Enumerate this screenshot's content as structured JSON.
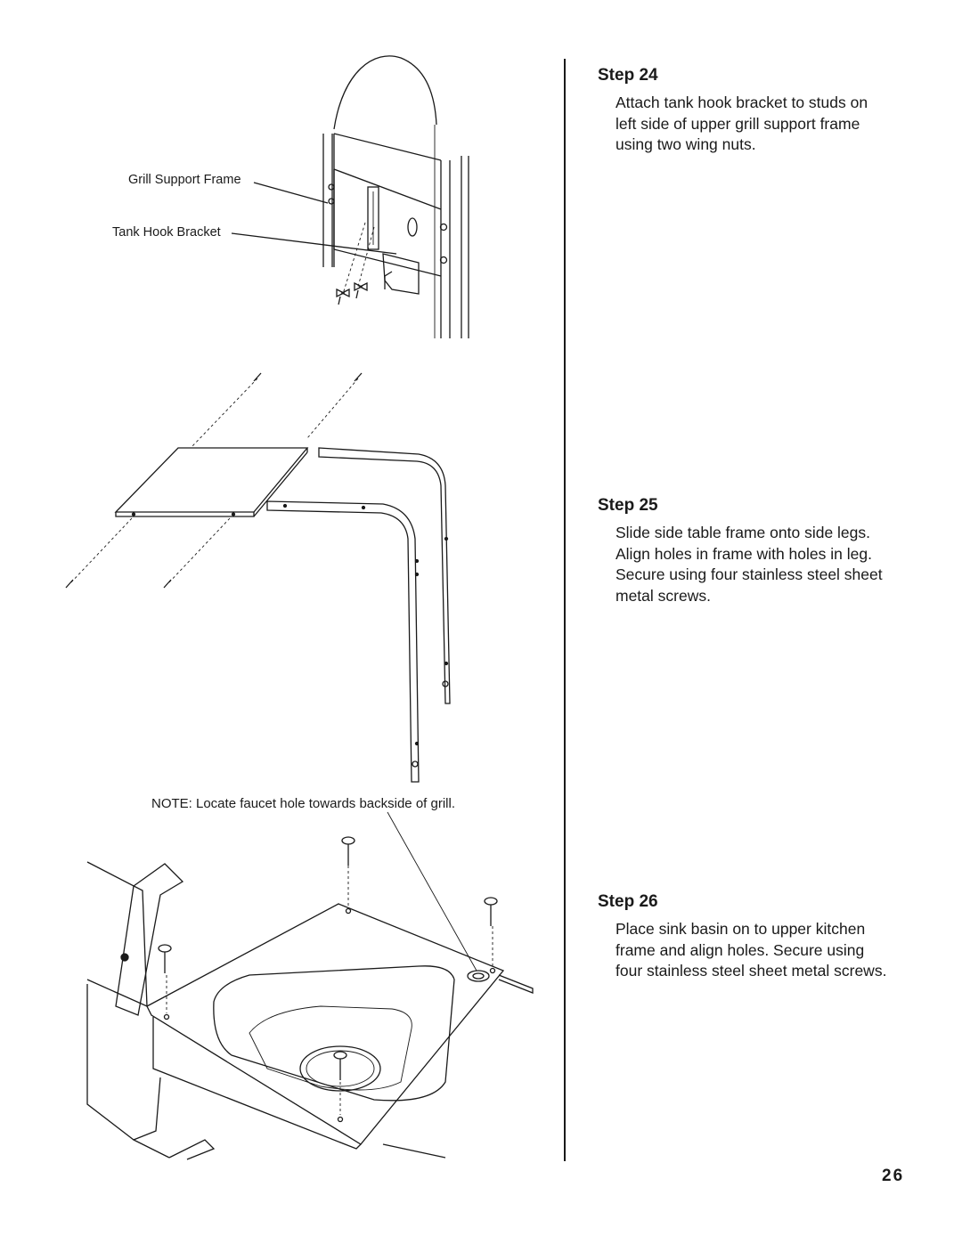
{
  "figure_labels": {
    "grill_support_frame": "Grill Support Frame",
    "tank_hook_bracket": "Tank Hook Bracket"
  },
  "note": "NOTE:  Locate faucet hole towards backside of grill.",
  "steps": [
    {
      "title": "Step 24",
      "text": "Attach tank hook bracket to studs on left side of upper grill support frame using two wing nuts."
    },
    {
      "title": "Step 25",
      "text": "Slide side table frame onto side legs. Align holes in frame with holes in leg. Secure using four stainless steel sheet metal screws."
    },
    {
      "title": "Step 26",
      "text": "Place sink basin on to upper kitchen frame and align holes. Secure using four stainless steel sheet metal screws."
    }
  ],
  "page_number": "26"
}
